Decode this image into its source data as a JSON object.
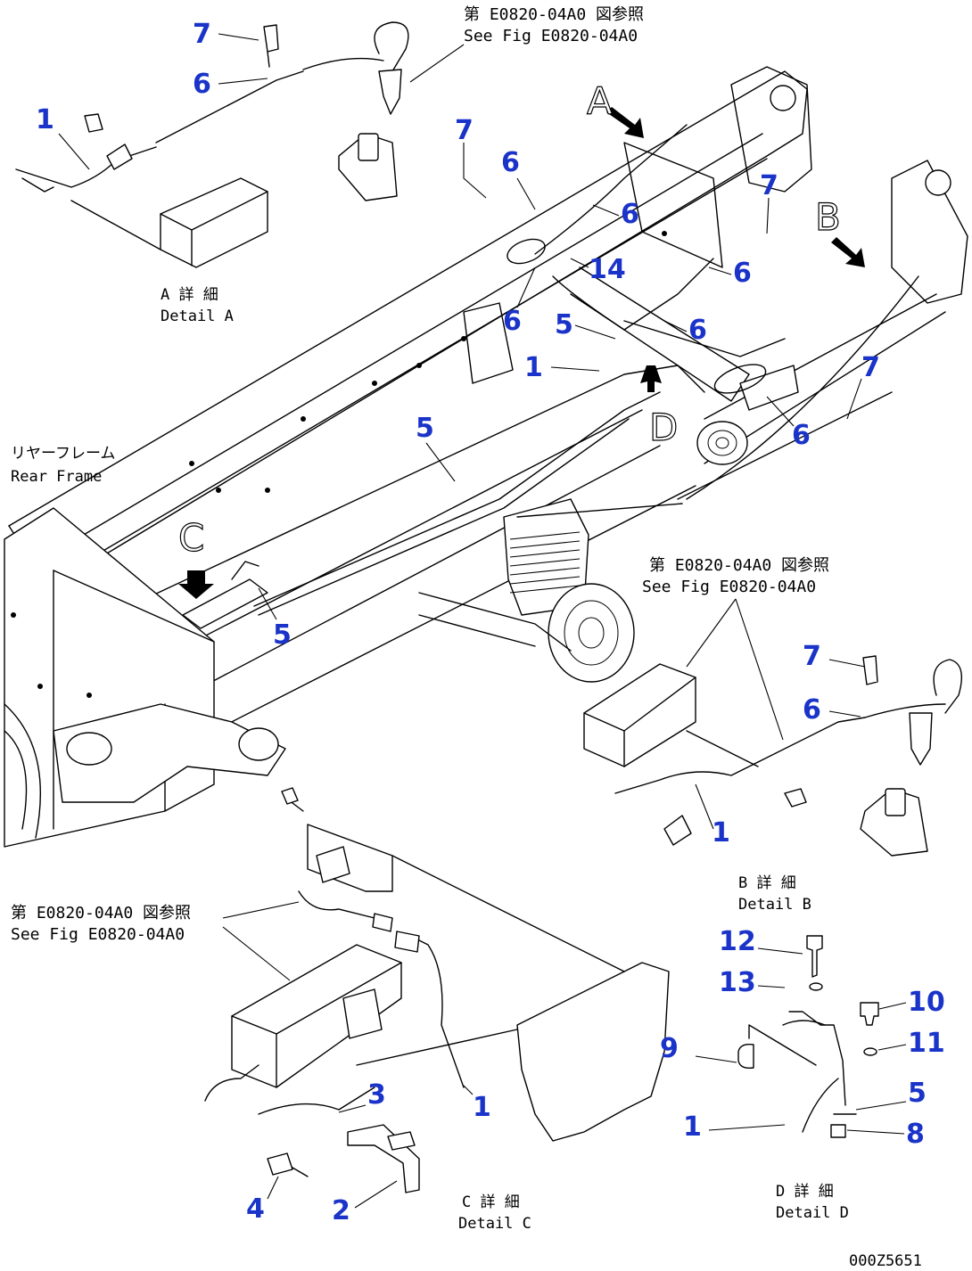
{
  "references": {
    "top": [
      "第 E0820-04A0 図参照",
      "See Fig E0820-04A0"
    ],
    "middle_right": [
      "第 E0820-04A0 図参照",
      "See Fig E0820-04A0"
    ],
    "bottom_left": [
      "第 E0820-04A0 図参照",
      "See Fig E0820-04A0"
    ]
  },
  "details": {
    "a": [
      "A 詳 細",
      "Detail A"
    ],
    "b": [
      "B 詳 細",
      "Detail B"
    ],
    "c": [
      "C 詳 細",
      "Detail C"
    ],
    "d": [
      "D 詳 細",
      "Detail D"
    ]
  },
  "frame_label": [
    "リヤーフレーム",
    "Rear Frame"
  ],
  "view_letters": [
    "A",
    "B",
    "C",
    "D"
  ],
  "part_numbers": {
    "detail_a": [
      "7",
      "6",
      "1"
    ],
    "main": [
      "7",
      "6",
      "6",
      "7",
      "14",
      "6",
      "6",
      "5",
      "6",
      "1",
      "7",
      "6",
      "5",
      "5"
    ],
    "detail_b": [
      "7",
      "6",
      "1"
    ],
    "detail_d": [
      "12",
      "13",
      "10",
      "11",
      "9",
      "5",
      "1",
      "8"
    ],
    "detail_c": [
      "3",
      "1",
      "4",
      "2"
    ]
  },
  "drawing_code": "000Z5651"
}
